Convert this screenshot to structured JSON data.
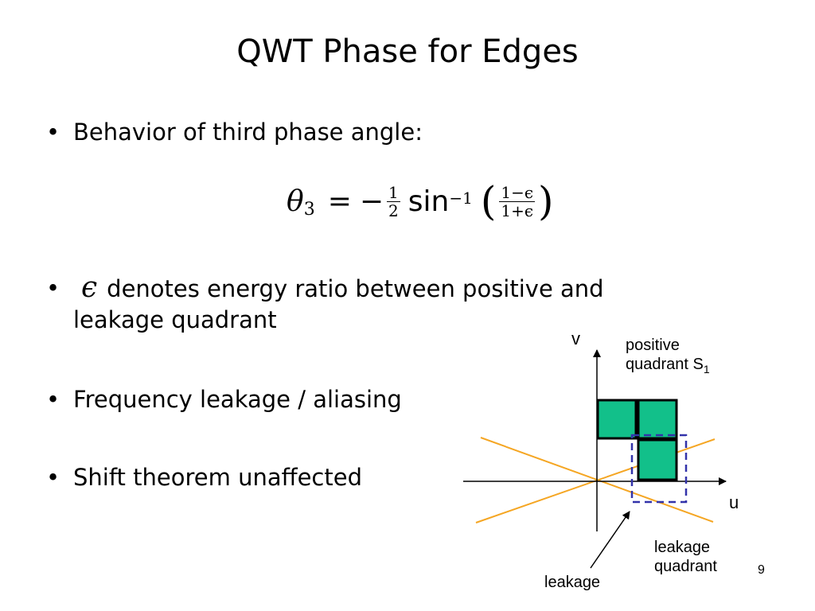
{
  "slide": {
    "title": "QWT Phase for Edges",
    "bullet_char": "•",
    "bullets": [
      {
        "text": "Behavior of  third phase angle:"
      },
      {
        "symbol": "ϵ",
        "text": "denotes energy ratio between positive and",
        "text2": "leakage quadrant"
      },
      {
        "text": "Frequency leakage / aliasing"
      },
      {
        "text": "Shift theorem unaffected"
      }
    ],
    "formula": {
      "lhs_symbol": "θ",
      "lhs_sub": "3",
      "equals": "=",
      "minus": "−",
      "half_num": "1",
      "half_den": "2",
      "func": "sin",
      "func_sup": "−1",
      "inner_num": "1−ϵ",
      "inner_den": "1+ϵ",
      "lparen": "(",
      "rparen": ")"
    },
    "page_number": "9"
  },
  "diagram": {
    "axis_v_label": "v",
    "axis_u_label": "u",
    "positive_label_line1": "positive",
    "positive_label_line2": "quadrant S",
    "positive_label_sub": "1",
    "leakage_quadrant_line1": "leakage",
    "leakage_quadrant_line2": "quadrant",
    "leakage_label": "leakage",
    "colors": {
      "square_fill": "#12c08a",
      "square_stroke": "#000000",
      "dashed_box": "#3333aa",
      "lines": "#f5a623",
      "axes": "#000000"
    }
  }
}
